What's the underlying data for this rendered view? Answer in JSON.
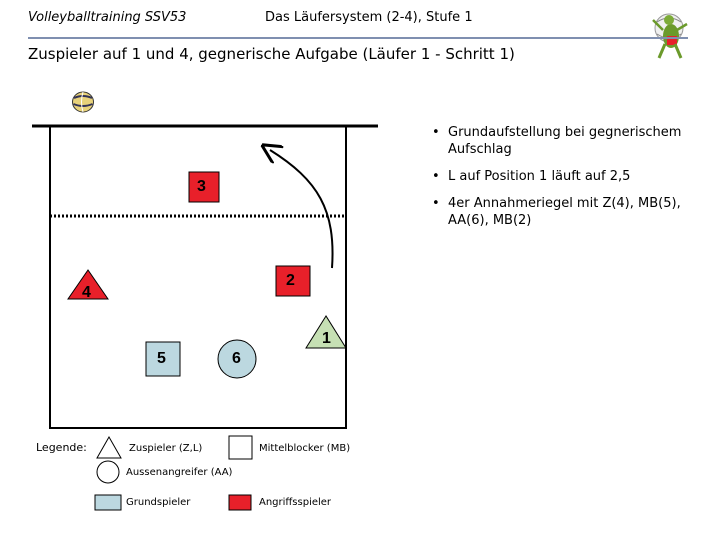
{
  "header": {
    "left_title": "Volleyballtraining SSV53",
    "center_title": "Das Läufersystem (2-4), Stufe 1"
  },
  "subtitle": "Zuspieler auf 1 und 4, gegnerische Aufgabe  (Läufer 1  - Schritt 1)",
  "bullets": [
    "Grundaufstellung bei gegnerischem Aufschlag",
    "L auf  Position 1 läuft auf 2,5",
    "4er Annahmeriegel mit Z(4), MB(5), AA(6), MB(2)"
  ],
  "players": {
    "p3": "3",
    "p2": "2",
    "p4": "4",
    "p1": "1",
    "p5": "5",
    "p6": "6"
  },
  "legend": {
    "title": "Legende:",
    "zuspieler": "Zuspieler (Z,L)",
    "mittelblocker": "Mittelblocker (MB)",
    "aussenangreifer": "Aussenangreifer (AA)",
    "grundspieler": "Grundspieler",
    "angriffsspieler": "Angriffsspieler"
  },
  "colors": {
    "attacker_red": "#e8202a",
    "base_blue": "#bcd8e0",
    "triangle_green": "#c6e0b4",
    "title_rule": "#7f8fb0"
  },
  "icons": {
    "ball": "volleyball-icon",
    "logo": "club-logo-icon"
  }
}
